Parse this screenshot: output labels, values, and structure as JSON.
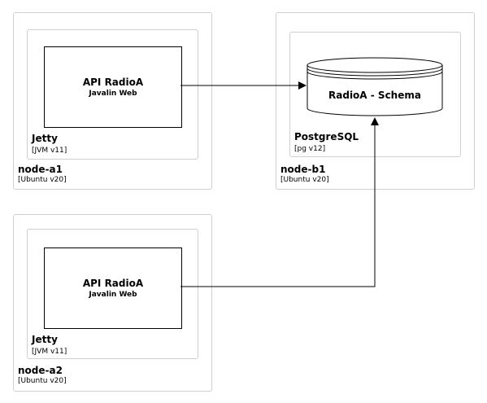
{
  "nodes": [
    {
      "name": "node-a1",
      "os": "[Ubuntu v20]",
      "container": {
        "name": "Jetty",
        "runtime": "[JVM v11]"
      },
      "component": {
        "title": "API RadioA",
        "subtitle": "Javalin Web"
      }
    },
    {
      "name": "node-b1",
      "os": "[Ubuntu v20]",
      "container": {
        "name": "PostgreSQL",
        "runtime": "[pg v12]"
      },
      "database": {
        "title": "RadioA - Schema"
      }
    },
    {
      "name": "node-a2",
      "os": "[Ubuntu v20]",
      "container": {
        "name": "Jetty",
        "runtime": "[JVM v11]"
      },
      "component": {
        "title": "API RadioA",
        "subtitle": "Javalin Web"
      }
    }
  ],
  "connections": [
    {
      "from": "node-a1 API RadioA",
      "to": "RadioA - Schema"
    },
    {
      "from": "node-a2 API RadioA",
      "to": "RadioA - Schema"
    }
  ]
}
